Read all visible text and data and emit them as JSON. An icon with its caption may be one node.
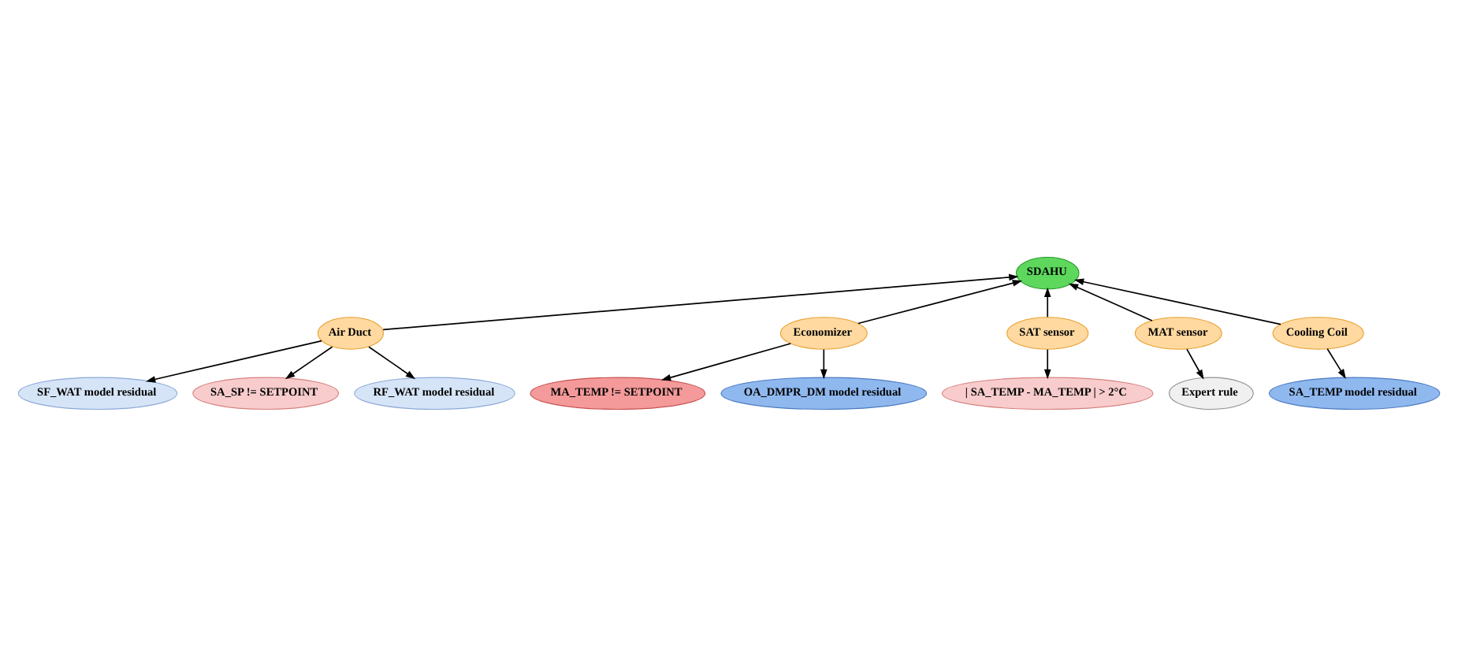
{
  "diagram": {
    "nodes": [
      {
        "text": [
          "SDAHU"
        ]
      },
      {
        "text": [
          "Air Duct"
        ]
      },
      {
        "text": [
          "Economizer"
        ]
      },
      {
        "text": [
          "SAT sensor"
        ]
      },
      {
        "text": [
          "MAT sensor"
        ]
      },
      {
        "text": [
          "Cooling Coil"
        ]
      },
      {
        "text": [
          "SF_WAT model residual"
        ]
      },
      {
        "text": [
          "SA_SP != SETPOINT"
        ]
      },
      {
        "text": [
          "RF_WAT model residual"
        ]
      },
      {
        "text": [
          "MA_TEMP != SETPOINT"
        ]
      },
      {
        "text": [
          "OA_DMPR_DM model residual"
        ]
      },
      {
        "text": [
          "| SA_TEMP - MA_TEMP | > 2°C"
        ]
      },
      {
        "text": [
          "Expert rule"
        ]
      },
      {
        "text": [
          "SA_TEMP model residual"
        ]
      }
    ],
    "edges": [
      {
        "from": 1,
        "to": 0,
        "arrow": "to"
      },
      {
        "from": 2,
        "to": 0,
        "arrow": "to"
      },
      {
        "from": 3,
        "to": 0,
        "arrow": "to"
      },
      {
        "from": 4,
        "to": 0,
        "arrow": "to"
      },
      {
        "from": 5,
        "to": 0,
        "arrow": "to"
      },
      {
        "from": 1,
        "to": 6,
        "arrow": "to"
      },
      {
        "from": 1,
        "to": 7,
        "arrow": "to"
      },
      {
        "from": 1,
        "to": 8,
        "arrow": "to"
      },
      {
        "from": 2,
        "to": 9,
        "arrow": "to"
      },
      {
        "from": 2,
        "to": 10,
        "arrow": "to"
      },
      {
        "from": 3,
        "to": 11,
        "arrow": "to"
      },
      {
        "from": 4,
        "to": 12,
        "arrow": "to"
      },
      {
        "from": 5,
        "to": 13,
        "arrow": "to"
      }
    ]
  }
}
